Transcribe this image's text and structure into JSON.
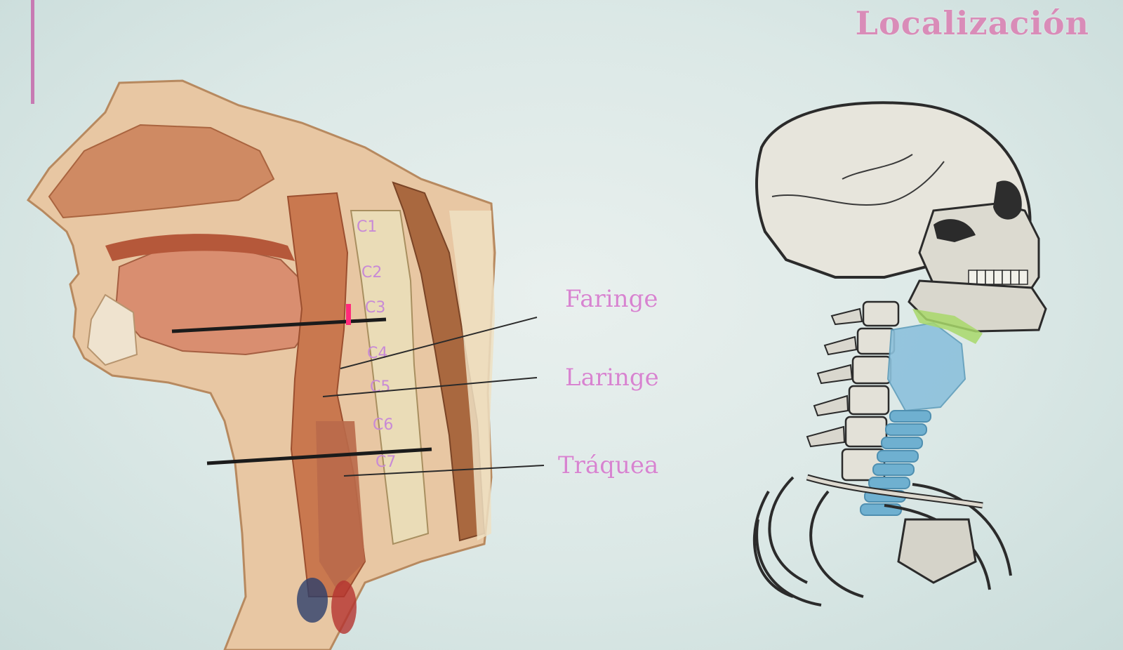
{
  "slide": {
    "title": "Localización"
  },
  "labels": {
    "faringe": "Faringe",
    "laringe": "Laringe",
    "traquea": "Tráquea"
  },
  "vertebrae": [
    "C1",
    "C2",
    "C3",
    "C4",
    "C5",
    "C6",
    "C7"
  ],
  "colors": {
    "title": "#d98cb8",
    "labels": "#d784d0",
    "accent_line": "#c77ab3",
    "background": "#dbe8e6",
    "tissue": "#c9784f",
    "bone": "#e9e6dc",
    "trachea_highlight": "#6fb0d0",
    "thyroid_highlight": "#a8d86a"
  }
}
